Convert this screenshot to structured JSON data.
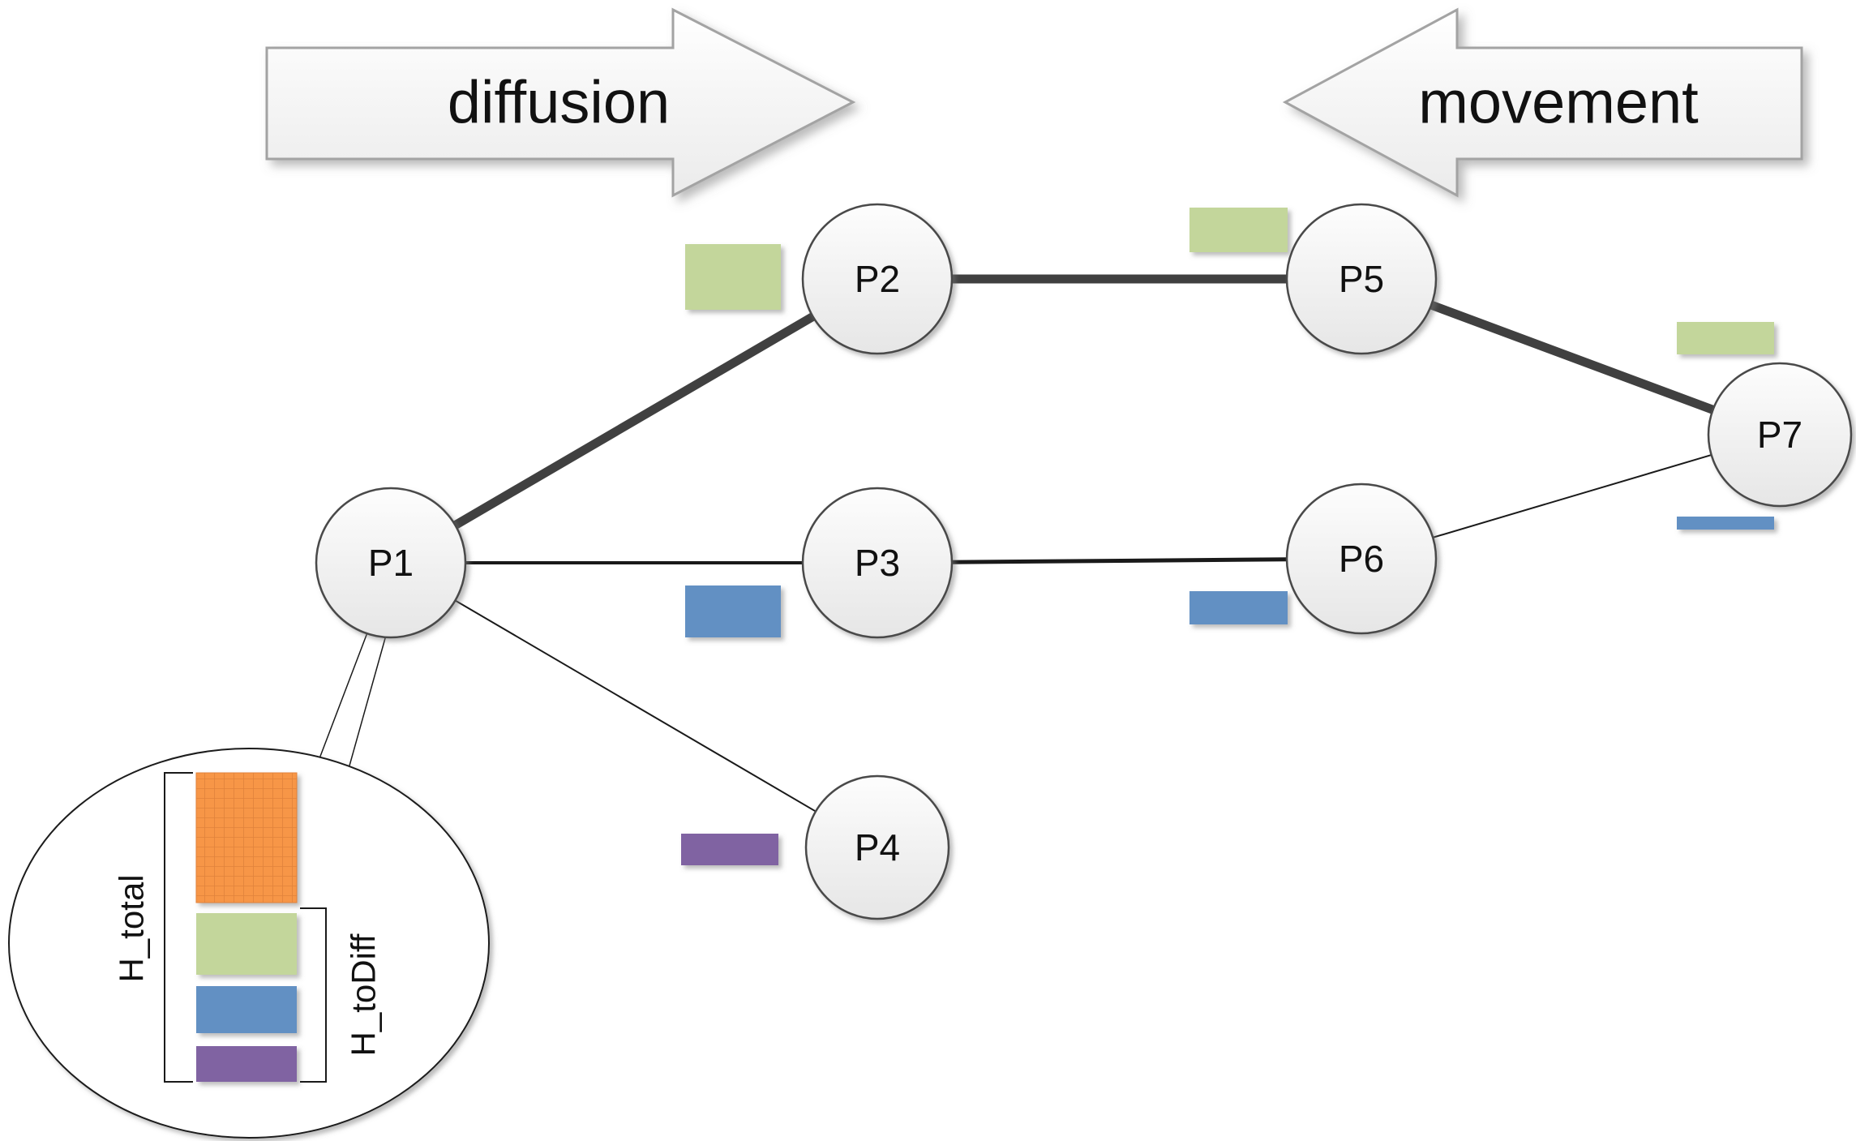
{
  "arrows": {
    "diffusion_label": "diffusion",
    "movement_label": "movement"
  },
  "nodes": {
    "p1": {
      "label": "P1"
    },
    "p2": {
      "label": "P2"
    },
    "p3": {
      "label": "P3"
    },
    "p4": {
      "label": "P4"
    },
    "p5": {
      "label": "P5"
    },
    "p6": {
      "label": "P6"
    },
    "p7": {
      "label": "P7"
    }
  },
  "edges": [
    {
      "from": "P1",
      "to": "P2",
      "weight": "thick"
    },
    {
      "from": "P2",
      "to": "P5",
      "weight": "thick"
    },
    {
      "from": "P5",
      "to": "P7",
      "weight": "thick"
    },
    {
      "from": "P1",
      "to": "P3",
      "weight": "medium"
    },
    {
      "from": "P3",
      "to": "P6",
      "weight": "medium"
    },
    {
      "from": "P6",
      "to": "P7",
      "weight": "thin"
    },
    {
      "from": "P1",
      "to": "P4",
      "weight": "thin"
    },
    {
      "from": "P1",
      "to": "inset-bubble",
      "weight": "callout"
    }
  ],
  "heat_bars": [
    {
      "node": "P2",
      "color": "green",
      "size": "large"
    },
    {
      "node": "P5",
      "color": "green",
      "size": "medium"
    },
    {
      "node": "P7",
      "color": "green",
      "size": "small"
    },
    {
      "node": "P7",
      "color": "blue",
      "size": "tiny"
    },
    {
      "node": "P3",
      "color": "blue",
      "size": "medium"
    },
    {
      "node": "P6",
      "color": "blue",
      "size": "small"
    },
    {
      "node": "P4",
      "color": "purple",
      "size": "small"
    }
  ],
  "inset": {
    "h_total_label": "H_total",
    "h_todiff_label": "H_toDiff",
    "bars": [
      "orange",
      "green",
      "blue",
      "purple"
    ]
  },
  "colors": {
    "green": "#c3d69b",
    "blue": "#6290c3",
    "purple": "#8064a2",
    "orange": "#f79646",
    "orange_grid": "#e0823a",
    "node_border": "#4a4a4a",
    "edge_thick": "#404040",
    "edge_thin": "#1a1a1a",
    "arrow_border": "#a3a3a3"
  }
}
